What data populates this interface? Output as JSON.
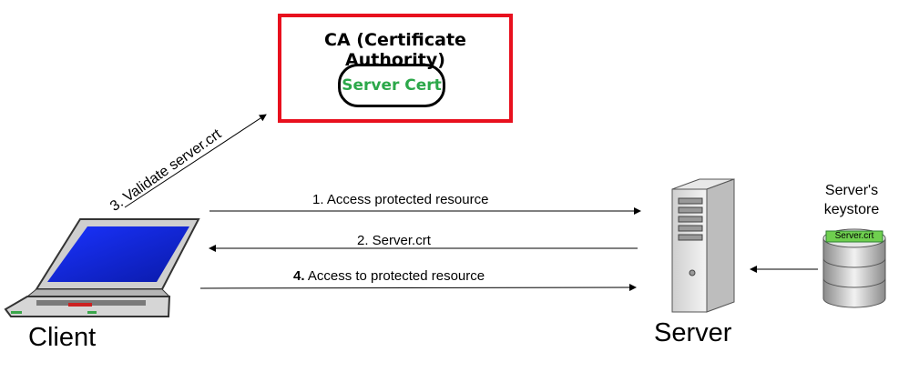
{
  "ca": {
    "title": "CA (Certificate Authority)",
    "cert_label": "Server Cert"
  },
  "messages": {
    "step1": "1.  Access protected resource",
    "step2": "2. Server.crt",
    "step3_num": "4.",
    "step3_text": " Access to protected resource",
    "validate": "3. Validate server.crt"
  },
  "nodes": {
    "client": "Client",
    "server": "Server",
    "keystore_line1": "Server's",
    "keystore_line2": "keystore",
    "keystore_tag": "Server.crt"
  },
  "colors": {
    "ca_border": "#e8101e",
    "cert_text": "#2ca84a",
    "tag_fill": "#6fcf4f"
  }
}
